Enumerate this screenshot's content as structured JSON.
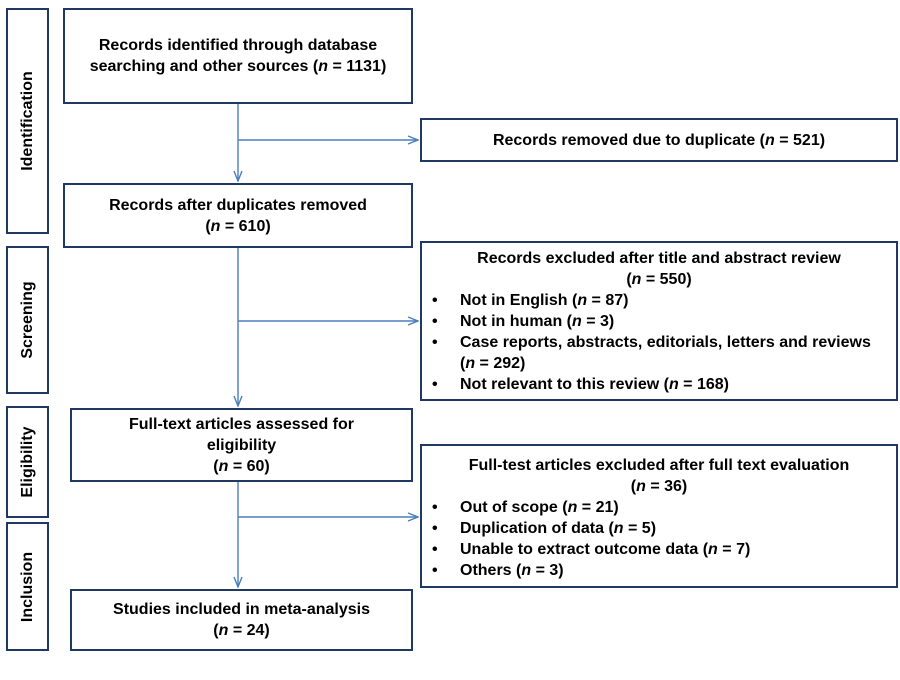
{
  "phases": {
    "identification": "Identification",
    "screening": "Screening",
    "eligibility": "Eligibility",
    "inclusion": "Inclusion"
  },
  "boxes": {
    "identified": {
      "line1": "Records identified through database",
      "line2_pre": "searching and other sources (",
      "n_sym": "n",
      "line2_post": " = 1131)"
    },
    "duplicates_removed": {
      "pre": "Records removed due to duplicate (",
      "n_sym": "n",
      "post": " = 521)"
    },
    "after_duplicates": {
      "line1": "Records after duplicates removed",
      "line2_pre": "(",
      "n_sym": "n",
      "line2_post": " = 610)"
    },
    "excluded_screening": {
      "line1": "Records excluded after title and abstract review",
      "line2": "(n = 550)",
      "items": [
        {
          "pre": "Not in English (",
          "n_sym": "n",
          "post": " = 87)"
        },
        {
          "pre": "Not in human (",
          "n_sym": "n",
          "post": " = 3)"
        },
        {
          "pre": "Case reports, abstracts, editorials, letters and reviews (",
          "n_sym": "n",
          "post": " = 292)"
        },
        {
          "pre": "Not relevant to this review (",
          "n_sym": "n",
          "post": " = 168)"
        }
      ]
    },
    "fulltext_assessed": {
      "line1": "Full-text articles assessed for",
      "line2": "eligibility",
      "line3_pre": "(",
      "n_sym": "n",
      "line3_post": " = 60)"
    },
    "excluded_fulltext": {
      "line1": "Full-test articles excluded after full text evaluation",
      "line2": "(n = 36)",
      "items": [
        {
          "pre": "Out of scope (",
          "n_sym": "n",
          "post": " = 21)"
        },
        {
          "pre": "Duplication of data (",
          "n_sym": "n",
          "post": " = 5)"
        },
        {
          "pre": "Unable to extract outcome data (",
          "n_sym": "n",
          "post": " = 7)"
        },
        {
          "pre": "Others (",
          "n_sym": "n",
          "post": " = 3)"
        }
      ]
    },
    "included": {
      "line1": "Studies included in meta-analysis",
      "line2_pre": "(",
      "n_sym": "n",
      "line2_post": " = 24)"
    }
  },
  "colors": {
    "border": "#1f3864",
    "arrow": "#4a7ebb"
  }
}
